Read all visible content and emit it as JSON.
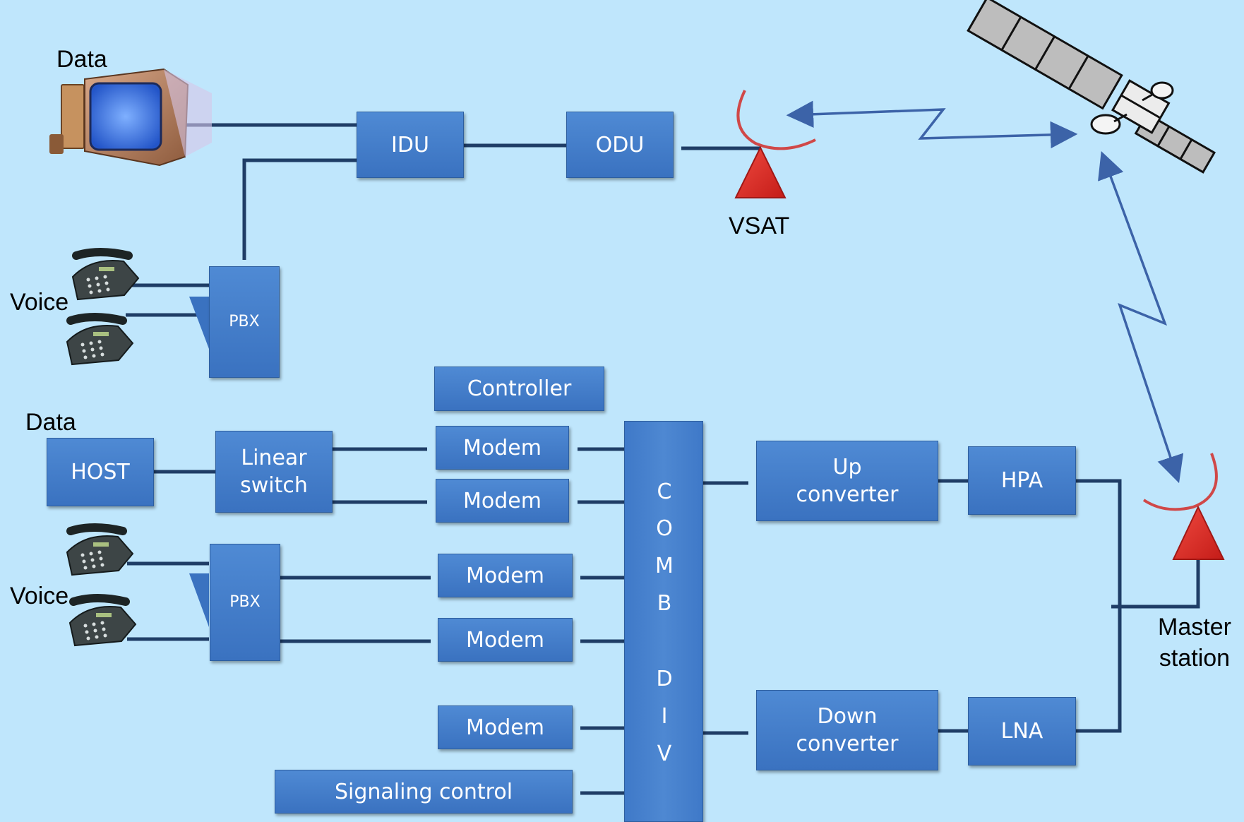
{
  "vsat_side": {
    "data_label": "Data",
    "voice_label": "Voice",
    "idu": "IDU",
    "odu": "ODU",
    "pbx": "PBX",
    "vsat_label": "VSAT"
  },
  "hub_side": {
    "data_label": "Data",
    "voice_label": "Voice",
    "host": "HOST",
    "linear_switch": "Linear\nswitch",
    "pbx": "PBX",
    "controller": "Controller",
    "modems": [
      "Modem",
      "Modem",
      "Modem",
      "Modem",
      "Modem"
    ],
    "signaling_control": "Signaling control",
    "comb_letters": [
      "C",
      "O",
      "M",
      "B"
    ],
    "div_letters": [
      "D",
      "I",
      "V"
    ],
    "up_converter": "Up\nconverter",
    "down_converter": "Down\nconverter",
    "hpa": "HPA",
    "lna": "LNA",
    "master_station_label": "Master\nstation"
  },
  "colors": {
    "background": "#bfe6fc",
    "box_fill": "#4a84d0",
    "connector": "#1f3d66",
    "antenna_cone": "#e02a26",
    "reflector": "#d04848",
    "radio_link": "#3c63a8"
  },
  "icons": [
    "computer-icon",
    "telephone-icon",
    "satellite-icon",
    "antenna-icon"
  ]
}
